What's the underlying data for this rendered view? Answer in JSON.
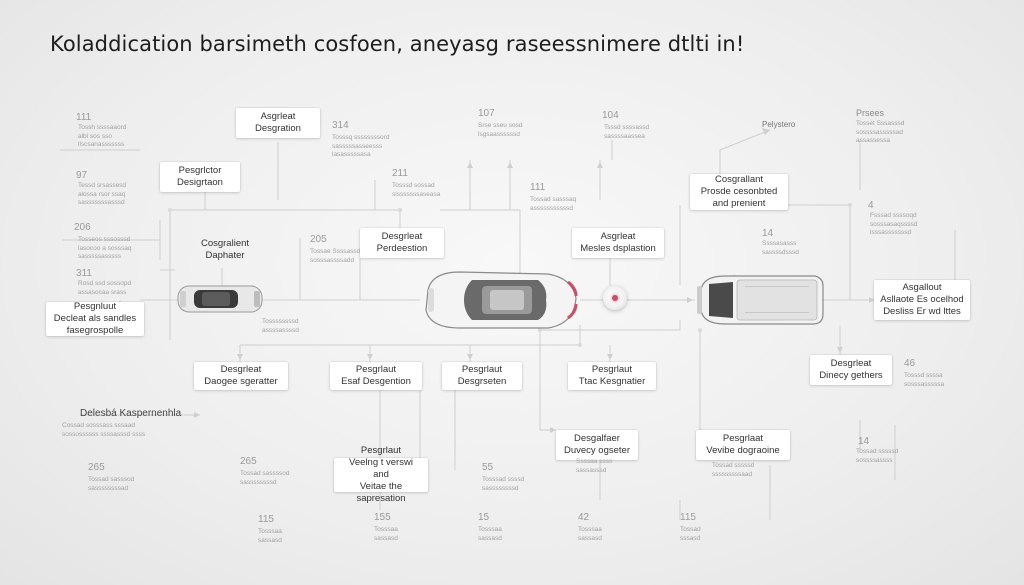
{
  "title": "Koladdication barsimeth cosfoen, aneyasg raseessnimere dtlti in!",
  "boxes": {
    "b1": [
      "Asgrleat",
      "Desgration"
    ],
    "b2": [
      "Pesgrlctor",
      "Desigrtaon"
    ],
    "b3": [
      "Cosgralient",
      "Daphater"
    ],
    "b4": [
      "Pesgnluut",
      "Decleat als sandles",
      "fasegrospolle"
    ],
    "b5": [
      "Desgrleat",
      "Perdeestion"
    ],
    "b6": [
      "Asgrleat",
      "Mesles dsplastion"
    ],
    "b7": [
      "Cosgrallant",
      "Prosde cesonbted",
      "and prenient"
    ],
    "b8": [
      "Asgallout",
      "Asllaote Es ocelhod",
      "Desliss Er wd lttes"
    ],
    "b9": [
      "Desgrleat",
      "Daogee sgeratter"
    ],
    "b10": [
      "Pesgrlaut",
      "Esaf Desgention"
    ],
    "b11": [
      "Pesgrlaut",
      "Desgrseten"
    ],
    "b12": [
      "Pesgrlaut",
      "Ttac Kesgnatier"
    ],
    "b13": [
      "Desgrleat",
      "Dinecy gethers"
    ],
    "b14": [
      "Desgalfaer",
      "Duvecy ogseter"
    ],
    "b15": [
      "Pesgrlaat",
      "Vevibe dograoine"
    ],
    "b16": [
      "Pesgrlaut",
      "Veelng t verswi and",
      "Veitae the sapresation"
    ],
    "b17": [
      "Delesbá Kaspernenhla"
    ]
  },
  "numbers": {
    "n1": "111",
    "n2": "97",
    "n3": "206",
    "n4": "311",
    "n5": "314",
    "n6": "205",
    "n7": "107",
    "n8": "104",
    "n9": "211",
    "n10": "111",
    "n11": "14",
    "n12": "4",
    "n13": "46",
    "n14": "14",
    "n15": "265",
    "n16": "265",
    "n17": "55",
    "n18": "115",
    "n19": "155",
    "n20": "15",
    "n21": "42",
    "n22": "115"
  },
  "labels": {
    "fp_label": "Pelystero",
    "fp_title": "Prsees"
  },
  "notes": {
    "t1": "Tossh ssssaaord\nalbl sos sso\nllscsanasssssss",
    "t2": "Tessd srsassesd\nalossa rsor ssaq\nsasssssssasssd",
    "t3": "Tosseos sssosssd\nlasocoo a sosssaq\nsasssssasssss",
    "t4": "Rosd ssd sossopd\nassasocaa srass",
    "t5": "Tosssq ssssssssord\nsasssssasseesss\nlasasssssasa",
    "t6": "Tossae Ssssassd\nsosssassssadd",
    "t7": "Srse sseu sosd\nlsgsaassssssd",
    "t8": "Tsssd ssssassd\nsassssaassea",
    "t9": "Tosssd sossad\nslsssssssaseasa",
    "t10": "Tossad sasssaq\nasssssssssssd",
    "t11": "Tosset Sssasssd\nsossssasssssad\nassassessa",
    "t12": "Fsssad ssssoqd\nsosssasaqssssd\nlsssasssssssd",
    "t13": "Ssssasasss\nsassssdsssd",
    "t14": "Tossssssssd\nassssassssd",
    "t15": "Cossad sosssass sssaad\nsossossssss ssssasssd ssss",
    "t16": "Tosssd ssssa\nsosssasssssa",
    "t17": "Tossad sssssd\nsossssassss",
    "t18": "Tossad sasssod\nsassssssssad",
    "t19": "Tossad sassssod\nsassssssssd",
    "t20": "Tosssad ssssd\nsassssssssd",
    "t21": "Tosssaa\nsassasd",
    "t22": "Tosssaa\nsassasd",
    "t23": "Tosssaa\nsassasd",
    "t24": "Tosssaa\nsassasd",
    "t25": "Tossad\nsssasd",
    "t26": "Ssssaa ssss\nsassasssd",
    "t27": "Tossad sssssd\nsssssssssaad"
  },
  "colors": {
    "accent": "#c8506a",
    "line": "#c9c9c9",
    "text": "#2a2a2a"
  }
}
